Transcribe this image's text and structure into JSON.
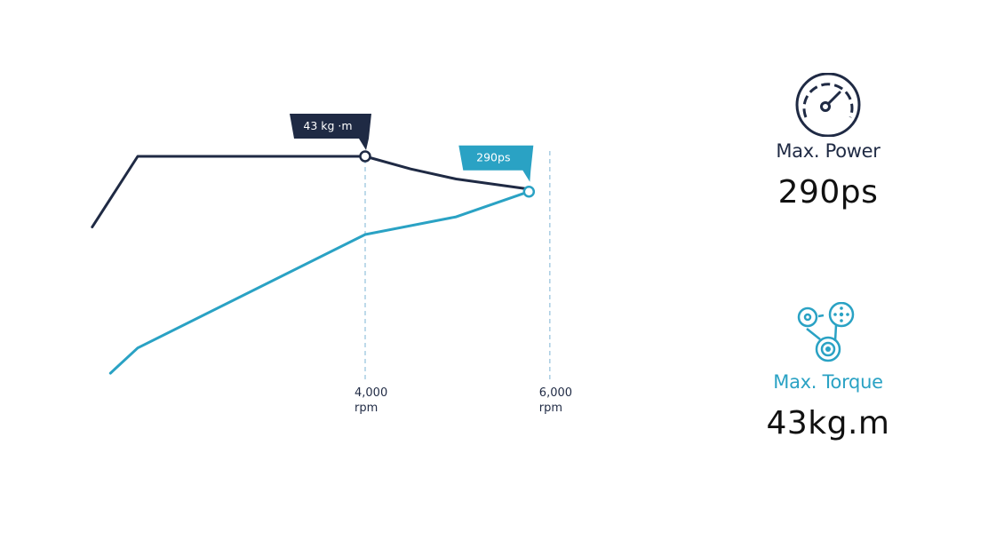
{
  "colors": {
    "torque": "#1f2a44",
    "power": "#2aa2c4",
    "guide": "#a9cde3"
  },
  "chart_data": {
    "type": "line",
    "xlabel": "",
    "ylabel": "",
    "x_ticks": [
      {
        "value": 4000,
        "label": "4,000",
        "unit": "rpm"
      },
      {
        "value": 6000,
        "label": "6,000",
        "unit": "rpm"
      }
    ],
    "series": [
      {
        "key": "torque",
        "points": [
          [
            1000,
            29
          ],
          [
            1500,
            43
          ],
          [
            4000,
            43
          ],
          [
            4500,
            40.5
          ],
          [
            5000,
            38.5
          ],
          [
            5800,
            36.5
          ]
        ],
        "peak": {
          "x": 4000,
          "y": 43,
          "label": "43 kg ·m"
        }
      },
      {
        "key": "power",
        "points": [
          [
            1200,
            0
          ],
          [
            1500,
            5
          ],
          [
            4000,
            27.5
          ],
          [
            5000,
            31
          ],
          [
            5800,
            36
          ]
        ],
        "peak": {
          "x": 5800,
          "y": 36,
          "label": "290ps"
        }
      }
    ]
  },
  "specs": {
    "power": {
      "label": "Max. Power",
      "value": "290ps",
      "icon": "speedometer-icon"
    },
    "torque": {
      "label": "Max. Torque",
      "value": "43kg.m",
      "icon": "gears-icon"
    }
  }
}
